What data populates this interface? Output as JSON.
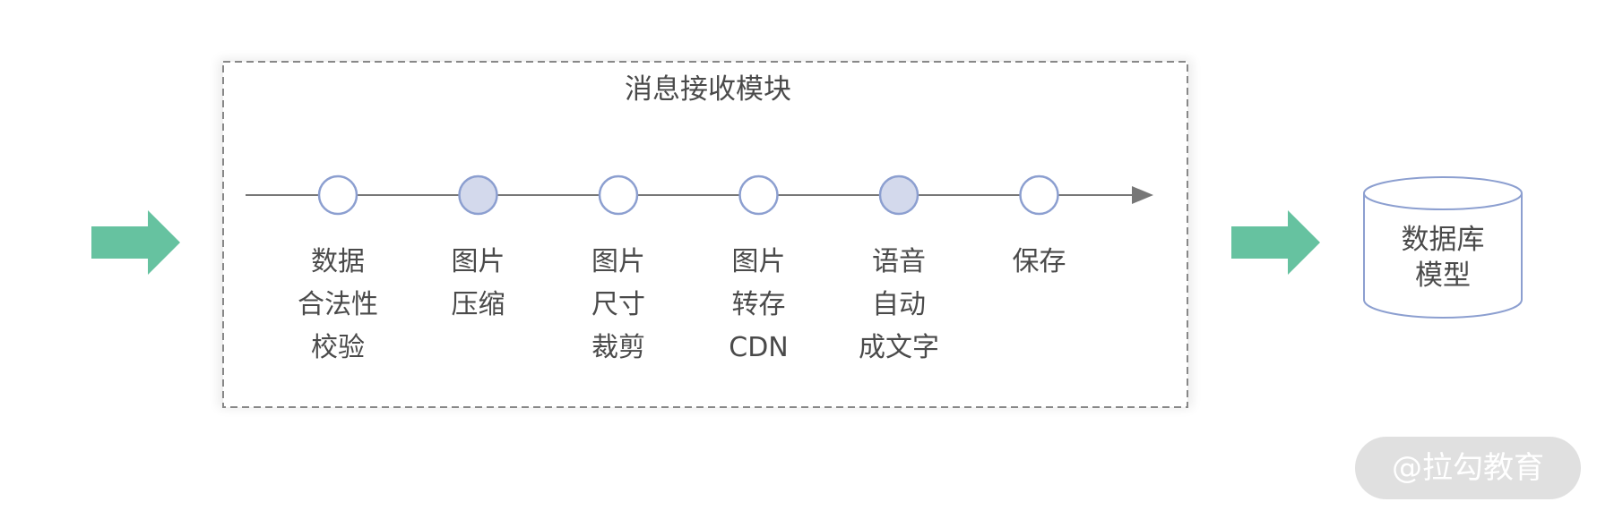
{
  "module": {
    "title": "消息接收模块"
  },
  "steps": [
    {
      "lines": [
        "数据",
        "合法性",
        "校验"
      ],
      "highlighted": false
    },
    {
      "lines": [
        "图片",
        "压缩"
      ],
      "highlighted": true
    },
    {
      "lines": [
        "图片",
        "尺寸",
        "裁剪"
      ],
      "highlighted": false
    },
    {
      "lines": [
        "图片",
        "转存",
        "CDN"
      ],
      "highlighted": false
    },
    {
      "lines": [
        "语音",
        "自动",
        "成文字"
      ],
      "highlighted": true
    },
    {
      "lines": [
        "保存"
      ],
      "highlighted": false
    }
  ],
  "database": {
    "lines": [
      "数据库",
      "模型"
    ]
  },
  "watermark": "@拉勾教育",
  "colors": {
    "arrow": "#66c2a0",
    "node_border": "#8c9fd0",
    "node_fill_highlight": "#d3d9ec",
    "node_fill_plain": "#ffffff",
    "timeline": "#777777",
    "dashed_border": "#888888",
    "db_border": "#8c9fd0"
  }
}
